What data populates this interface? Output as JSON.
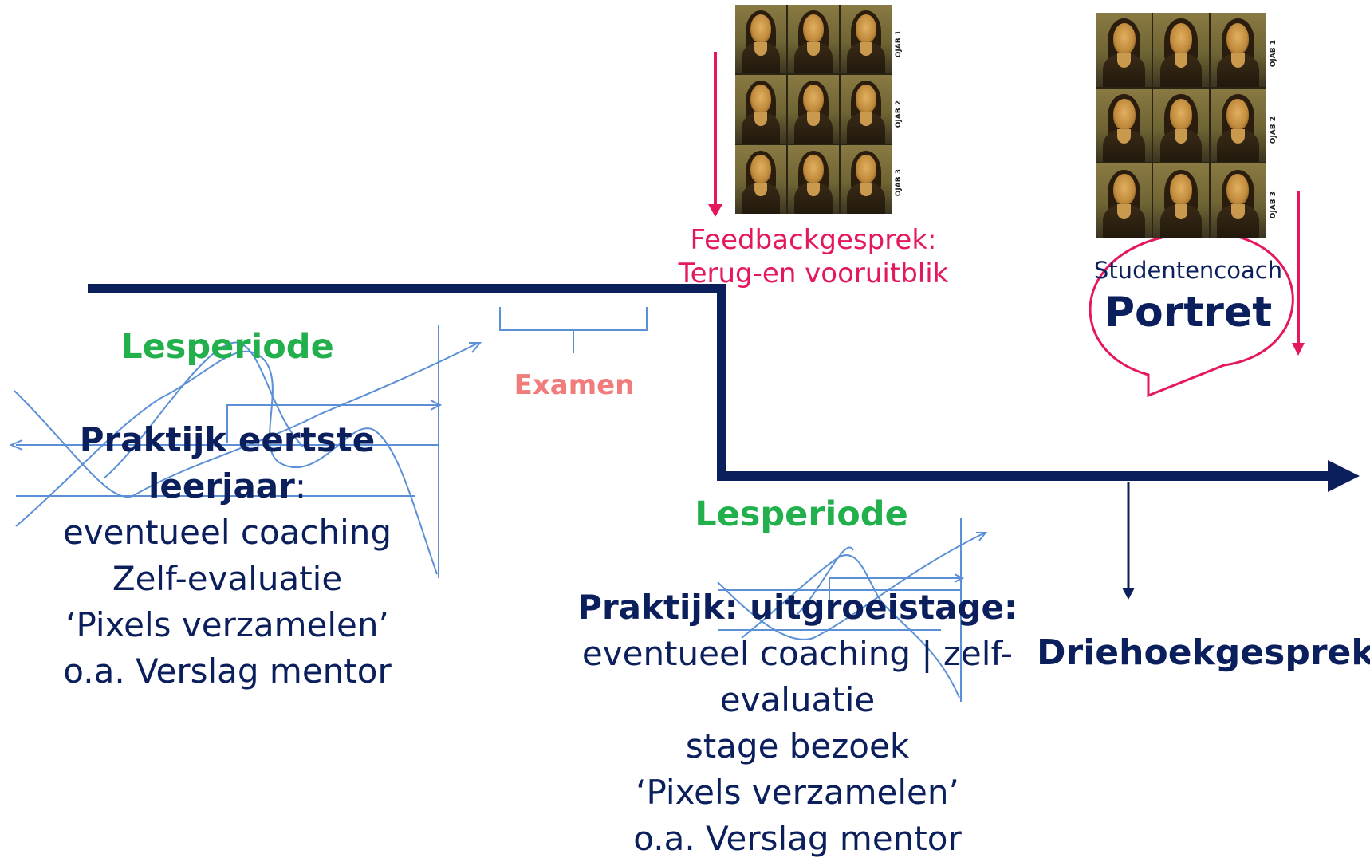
{
  "left_period": {
    "title": "Lesperiode",
    "heading_line1": "Praktijk eertste",
    "heading_line2": "leerjaar",
    "heading_colon": ":",
    "lines": [
      "eventueel coaching",
      "Zelf-evaluatie",
      "‘Pixels verzamelen’",
      "o.a. Verslag mentor"
    ]
  },
  "exam": {
    "label": "Examen"
  },
  "feedback": {
    "line1": "Feedbackgesprek:",
    "line2": "Terug-en vooruitblik"
  },
  "right_period": {
    "title": "Lesperiode",
    "heading": "Praktijk: uitgroeistage:",
    "lines": [
      "eventueel coaching | zelf-",
      "evaluatie",
      "stage bezoek",
      "‘Pixels verzamelen’",
      "o.a. Verslag mentor"
    ]
  },
  "triangle": {
    "label": "Driehoekgesprek"
  },
  "bubble": {
    "small": "Studentencoach",
    "big": "Portret"
  },
  "portrait_captions": [
    "OJAB 1",
    "OJAB 2",
    "OJAB 3"
  ],
  "colors": {
    "navy": "#0b1f5c",
    "green": "#21b04b",
    "pink": "#e4185e",
    "salmon": "#f07c7c",
    "sketch_blue": "#5b8fd6"
  }
}
